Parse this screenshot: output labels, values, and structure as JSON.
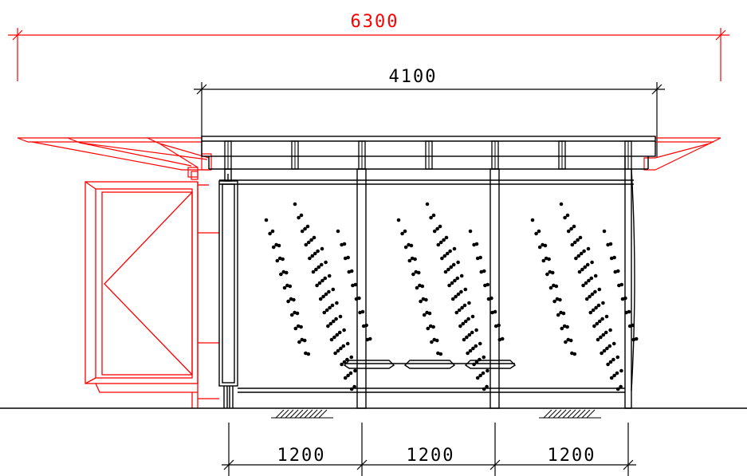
{
  "dimensions": {
    "overall_width": "6300",
    "shelter_width": "4100",
    "bay_1": "1200",
    "bay_2": "1200",
    "bay_3": "1200"
  },
  "colors": {
    "line": "#000000",
    "accent": "#ff0000",
    "background": "#ffffff"
  }
}
